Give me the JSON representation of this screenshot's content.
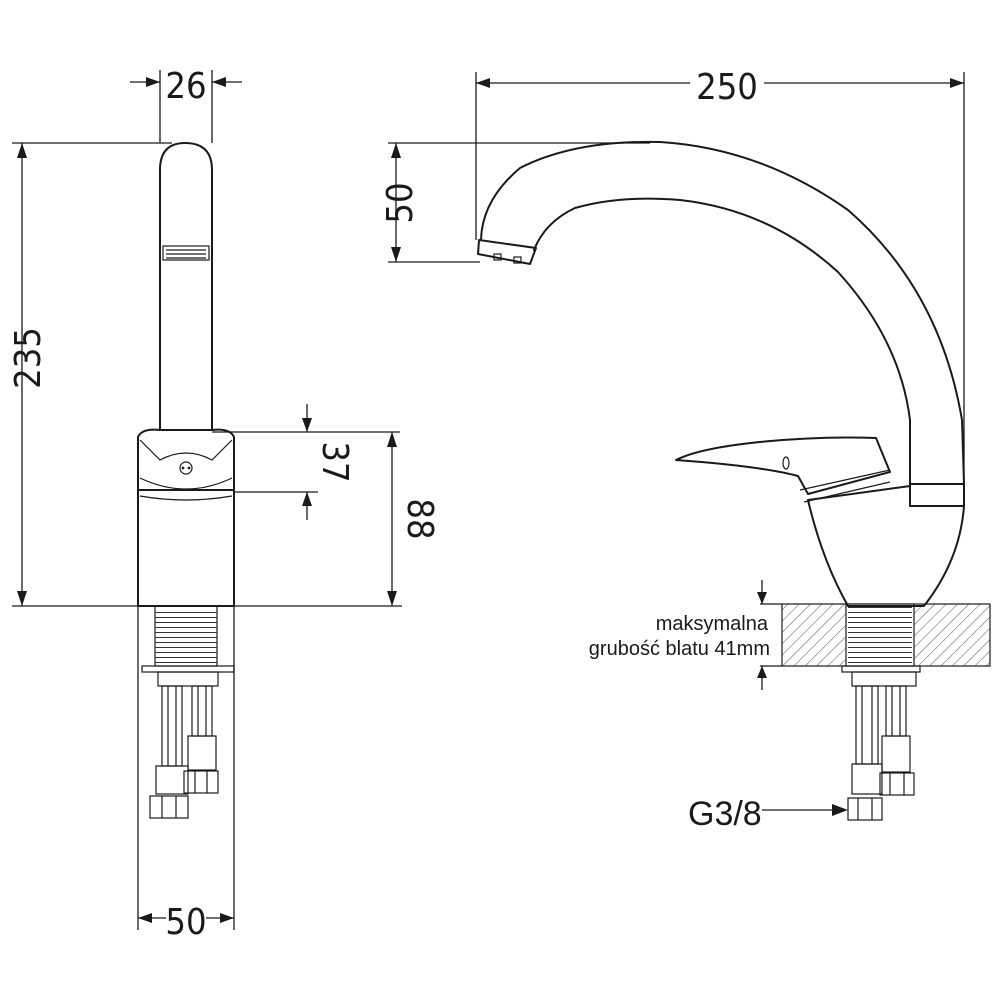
{
  "dimensions": {
    "front_width_top": "26",
    "front_height_total": "235",
    "front_lever_height": "37",
    "front_body_height": "88",
    "front_width_bottom": "50",
    "side_reach": "250",
    "side_spout_height": "50"
  },
  "notes": {
    "max_thickness_line1": "maksymalna",
    "max_thickness_line2": "grubość blatu 41mm",
    "connection": "G3/8"
  },
  "colors": {
    "line": "#1a1a1a",
    "background": "#ffffff"
  }
}
